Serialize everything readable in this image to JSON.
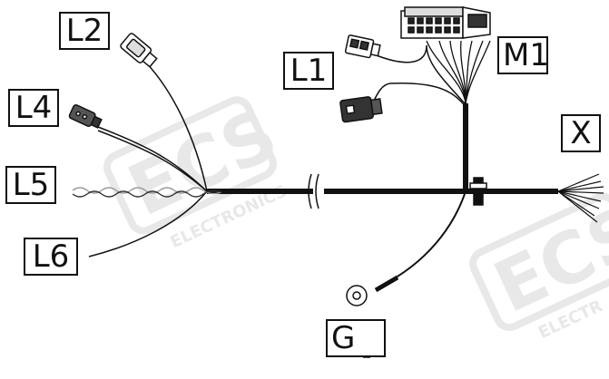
{
  "labels": {
    "l2": "L2",
    "l4": "L4",
    "l5": "L5",
    "l6": "L6",
    "l1": "L1",
    "m1": "M1",
    "x": "X",
    "g": "G"
  },
  "watermark": {
    "logo": "ECS",
    "sub": "ELECTRONICS",
    "sub_partial": "ELECTR"
  },
  "colors": {
    "line": "#111111",
    "watermark": "#e6e6e6"
  }
}
